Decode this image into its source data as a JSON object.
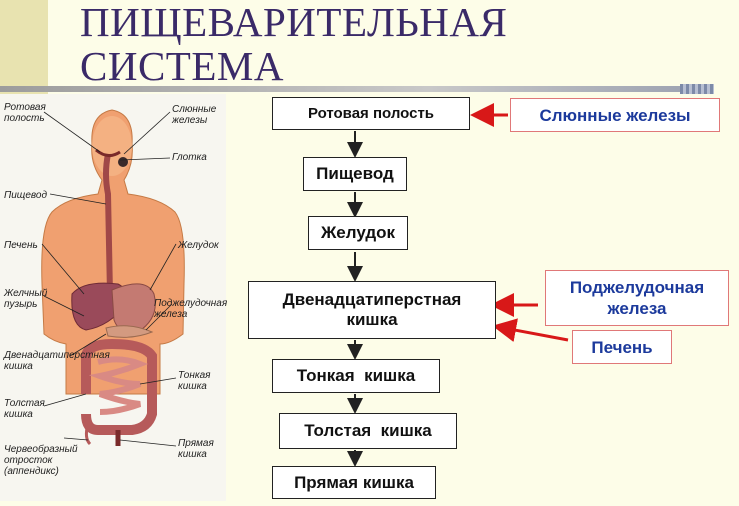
{
  "title": {
    "line1": "ПИЩЕВАРИТЕЛЬНАЯ",
    "line2": "СИСТЕМА"
  },
  "colors": {
    "title": "#3a2a68",
    "skin": "#f0a070",
    "organ": "#b86868",
    "arrow_red": "#d81818",
    "side_text": "#1c3a9c"
  },
  "illustration": {
    "labels_left": [
      "Ротовая\nполость",
      "Пищевод",
      "Печень",
      "Желчный\nпузырь",
      "Двенадцатиперстная\nкишка",
      "Толстая\nкишка",
      "Червеобразный\nотросток\n(аппендикс)"
    ],
    "labels_right": [
      "Слюнные\nжелезы",
      "Глотка",
      "Желудок",
      "Поджелудочная\nжелеза",
      "Тонкая\nкишка",
      "Прямая\nкишка"
    ]
  },
  "flow": [
    "Ротовая полость",
    "Пищевод",
    "Желудок",
    "Двенадцатиперстная кишка",
    "Тонкая  кишка",
    "Толстая  кишка",
    "Прямая кишка"
  ],
  "side_boxes": [
    "Слюнные железы",
    "Поджелудочная железа",
    "Печень"
  ]
}
